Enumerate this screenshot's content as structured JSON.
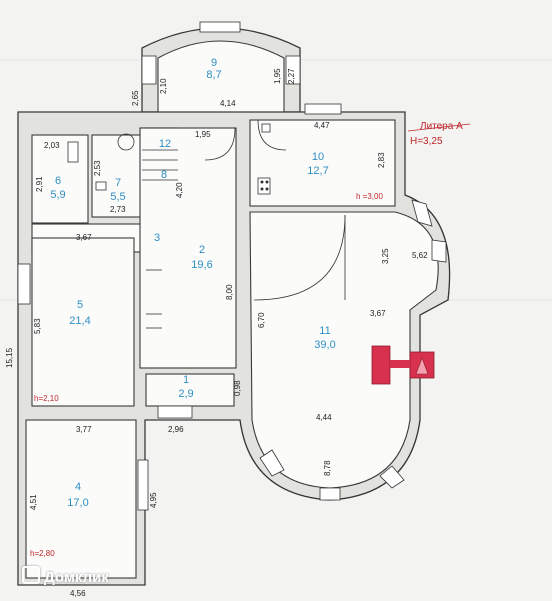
{
  "title": "Литера А",
  "total_height": "H=3,25",
  "watermark": "Домклик",
  "rooms": [
    {
      "no": "1",
      "area": "2,9"
    },
    {
      "no": "2",
      "area": "19,6"
    },
    {
      "no": "3",
      "area": ""
    },
    {
      "no": "4",
      "area": "17,0"
    },
    {
      "no": "5",
      "area": "21,4"
    },
    {
      "no": "6",
      "area": "5,9"
    },
    {
      "no": "7",
      "area": "5,5"
    },
    {
      "no": "8",
      "area": ""
    },
    {
      "no": "9",
      "area": "8,7"
    },
    {
      "no": "10",
      "area": "12,7"
    },
    {
      "no": "11",
      "area": "39,0"
    },
    {
      "no": "12",
      "area": ""
    }
  ],
  "heights": {
    "h10": "h =3,00",
    "h5": "h=2,10",
    "h4": "h=2,80"
  },
  "dims": {
    "d_265": "2,65",
    "d_210": "2,10",
    "d_227": "2,27",
    "d_414": "4,14",
    "d_203": "2,03",
    "d_291": "2,91",
    "d_253": "2,53",
    "d_273": "2,73",
    "d_195": "1,95",
    "d_420": "4,20",
    "d_447": "4,47",
    "d_283": "2,83",
    "d_367a": "3,67",
    "d_1515": "15,15",
    "d_583": "5,83",
    "d_800": "8,00",
    "d_670": "6,70",
    "d_325": "3,25",
    "d_562": "5,62",
    "d_367b": "3,67",
    "d_098": "0,98",
    "d_444": "4,44",
    "d_296": "2,96",
    "d_377": "3,77",
    "d_451": "4,51",
    "d_495": "4,95",
    "d_878": "8,78",
    "d_456": "4,56"
  }
}
